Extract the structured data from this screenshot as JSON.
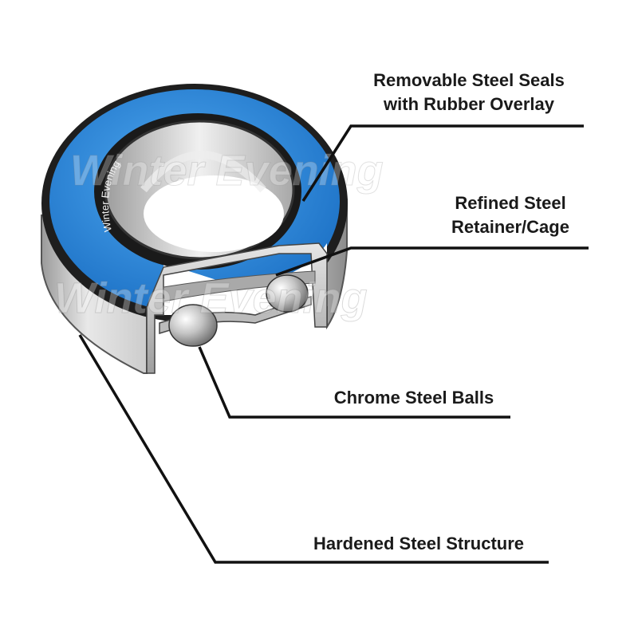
{
  "labels": {
    "seals_line1": "Removable Steel Seals",
    "seals_line2": "with Rubber Overlay",
    "cage_line1": "Refined Steel",
    "cage_line2": "Retainer/Cage",
    "balls": "Chrome Steel Balls",
    "structure": "Hardened Steel Structure"
  },
  "seal_text": "Winter Evening",
  "watermark": "Winter Evening",
  "colors": {
    "seal_blue": "#2f8fe0",
    "seal_blue_dark": "#1e6fc0",
    "steel": "#c8c8c8",
    "leader": "#111111"
  }
}
